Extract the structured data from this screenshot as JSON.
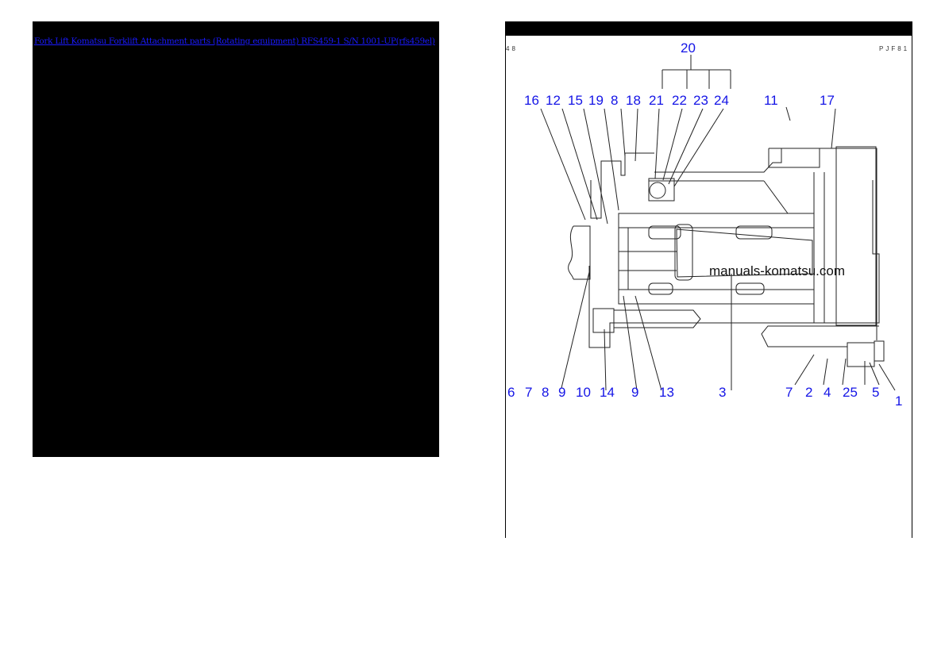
{
  "page": {
    "title_link": "Fork Lift Komatsu Forklift Attachment parts (Rotating equipment) RFS459-1 S/N 1001-UP(rfs459el)"
  },
  "diagram": {
    "corner_left": "48",
    "corner_right": "PJF81",
    "watermark": "manuals-komatsu.com",
    "group_label": "20",
    "top_labels": [
      "16",
      "12",
      "15",
      "19",
      "8",
      "18",
      "21",
      "22",
      "23",
      "24",
      "11",
      "17"
    ],
    "bottom_labels": [
      "6",
      "7",
      "8",
      "9",
      "10",
      "14",
      "9",
      "13",
      "3",
      "7",
      "2",
      "4",
      "25",
      "5",
      "1"
    ]
  }
}
